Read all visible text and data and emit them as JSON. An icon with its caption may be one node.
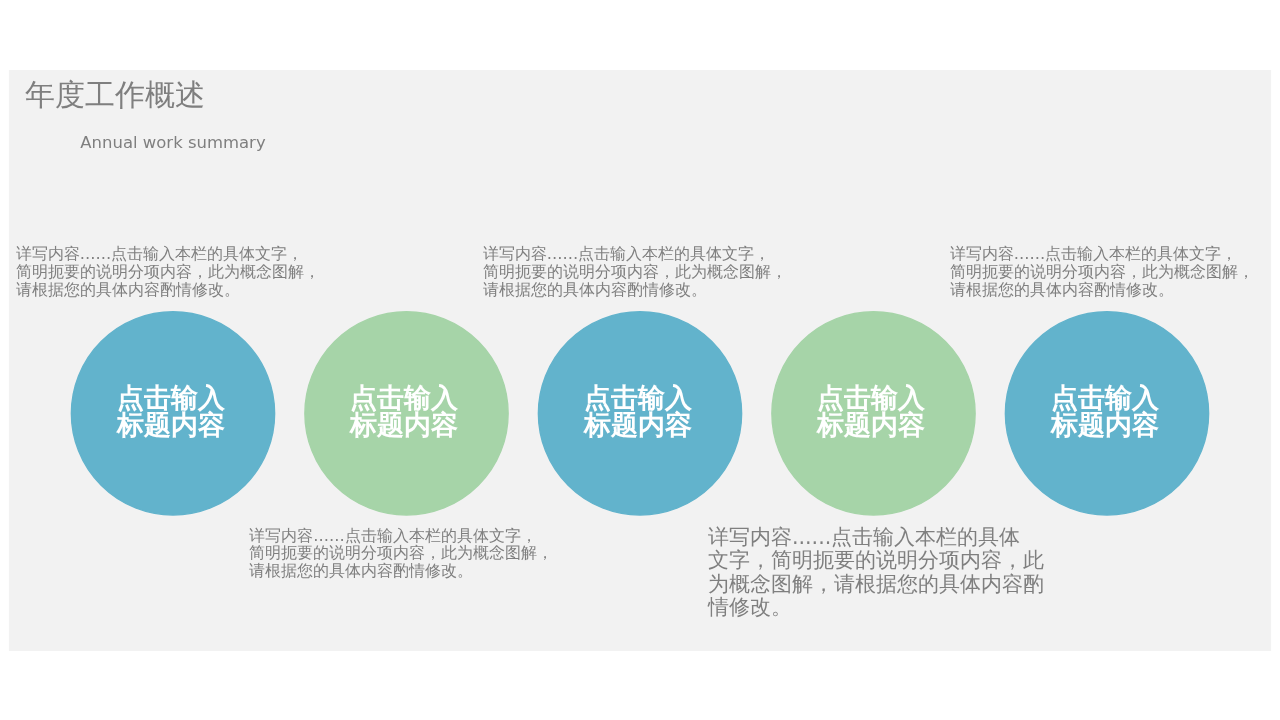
{
  "diagram": {
    "title": "年度工作概述",
    "nodes": [
      {
        "text": [
          "点击输入标题内容"
        ],
        "beside": [
          "详写内容......点击输入本栏的具体文字，简明扼要的说明分项内容，此为概念图解，请根据您的具体内容酌情修改。"
        ]
      },
      {
        "text": [
          "点击输入标题内容"
        ],
        "beside": [
          "详写内容......点击输入本栏的具体文字，简明扼要的说明分项内容，此为概念图解，请根据您的具体内容酌情修改。"
        ]
      },
      {
        "text": [
          "点击输入标题内容"
        ],
        "beside": [
          "详写内容......点击输入本栏的具体文字，简明扼要的说明分项内容，此为概念图解，请根据您的具体内容酌情修改。"
        ]
      },
      {
        "text": [
          "点击输入标题内容"
        ],
        "beside": [
          "详写内容......点击输入本栏的具体文字，简明扼要的说明分项内容，此为概念图解，请根据您的具体内容酌情修改。"
        ]
      },
      {
        "text": [
          "点击输入标题内容"
        ],
        "beside": [
          "详写内容......点击输入本栏的具体文字，简明扼要的说明分项内容，此为概念图解，请根据您的具体内容酌情修改。"
        ]
      }
    ],
    "labels": [
      "Annual work summary"
    ]
  }
}
